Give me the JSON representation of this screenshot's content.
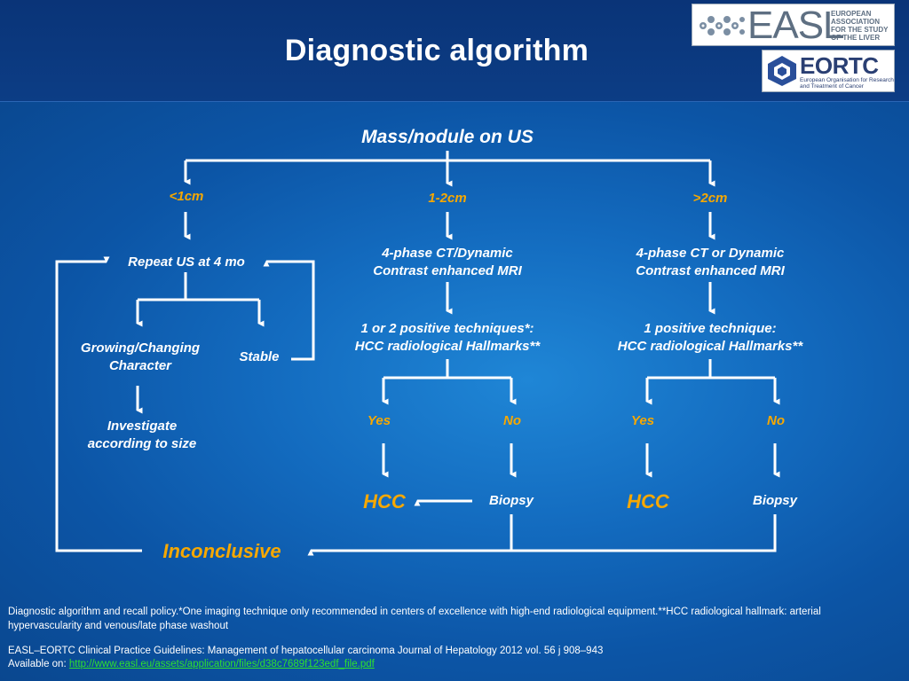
{
  "title": "Diagnostic algorithm",
  "logos": {
    "easl": {
      "name": "EASL",
      "subtitle": "EUROPEAN ASSOCIATION FOR THE STUDY OF THE LIVER"
    },
    "eortc": {
      "name": "EORTC",
      "subtitle": "European Organisation for Research and Treatment of Cancer"
    }
  },
  "nodes": {
    "root": "Mass/nodule on US",
    "size_small": "<1cm",
    "size_mid": "1-2cm",
    "size_large": ">2cm",
    "repeat_us": "Repeat US at 4 mo",
    "growing_line1": "Growing/Changing",
    "growing_line2": "Character",
    "stable": "Stable",
    "investigate_line1": "Investigate",
    "investigate_line2": "according to size",
    "mid_imaging_line1": "4-phase CT/Dynamic",
    "mid_imaging_line2": "Contrast enhanced MRI",
    "large_imaging_line1": "4-phase CT or Dynamic",
    "large_imaging_line2": "Contrast enhanced MRI",
    "mid_criteria_line1": "1 or 2 positive techniques*:",
    "mid_criteria_line2": "HCC radiological Hallmarks**",
    "large_criteria_line1": "1 positive technique:",
    "large_criteria_line2": "HCC radiological Hallmarks**",
    "mid_yes": "Yes",
    "mid_no": "No",
    "large_yes": "Yes",
    "large_no": "No",
    "mid_hcc": "HCC",
    "mid_biopsy": "Biopsy",
    "large_hcc": "HCC",
    "large_biopsy": "Biopsy",
    "inconclusive": "Inconclusive"
  },
  "caption": "Diagnostic algorithm and recall policy.*One imaging technique only recommended in centers of excellence with high-end radiological equipment.**HCC radiological hallmark: arterial hypervascularity and venous/late phase washout",
  "citation": {
    "line1": "EASL–EORTC Clinical Practice Guidelines: Management of hepatocellular carcinoma Journal of Hepatology 2012 vol. 56 j 908–943",
    "available_label": "Available on:",
    "url": "http://www.easl.eu/assets/application/files/d38c7689f123edf_file.pdf"
  },
  "colors": {
    "background": "#0b3f86",
    "highlight": "#f7a800",
    "link": "#2ee02e",
    "text": "#ffffff"
  }
}
